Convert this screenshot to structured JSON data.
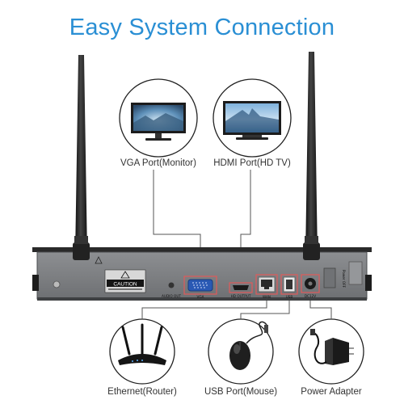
{
  "title": "Easy System Connection",
  "colors": {
    "title": "#2a8fd4",
    "connector_line": "#555555",
    "port_highlight": "#e05a5a",
    "nvr_panel": "#7d7f82",
    "antenna": "#1e1e1e"
  },
  "devices": {
    "monitor": {
      "label": "VGA Port(Monitor)",
      "icon": "monitor-icon"
    },
    "tv": {
      "label": "HDMI Port(HD TV)",
      "icon": "tv-icon"
    },
    "router": {
      "label": "Ethernet(Router)",
      "icon": "router-icon"
    },
    "mouse": {
      "label": "USB Port(Mouse)",
      "icon": "mouse-icon"
    },
    "adapter": {
      "label": "Power Adapter",
      "icon": "power-adapter-icon"
    }
  },
  "panel": {
    "caution": "CAUTION",
    "audio_out": "AUDIO OUT",
    "vga": "VGA",
    "hd_output": "HD OUTPUT",
    "wan": "WAN",
    "usb": "USB",
    "dc12v": "DC12V",
    "power": "Power OFF"
  }
}
